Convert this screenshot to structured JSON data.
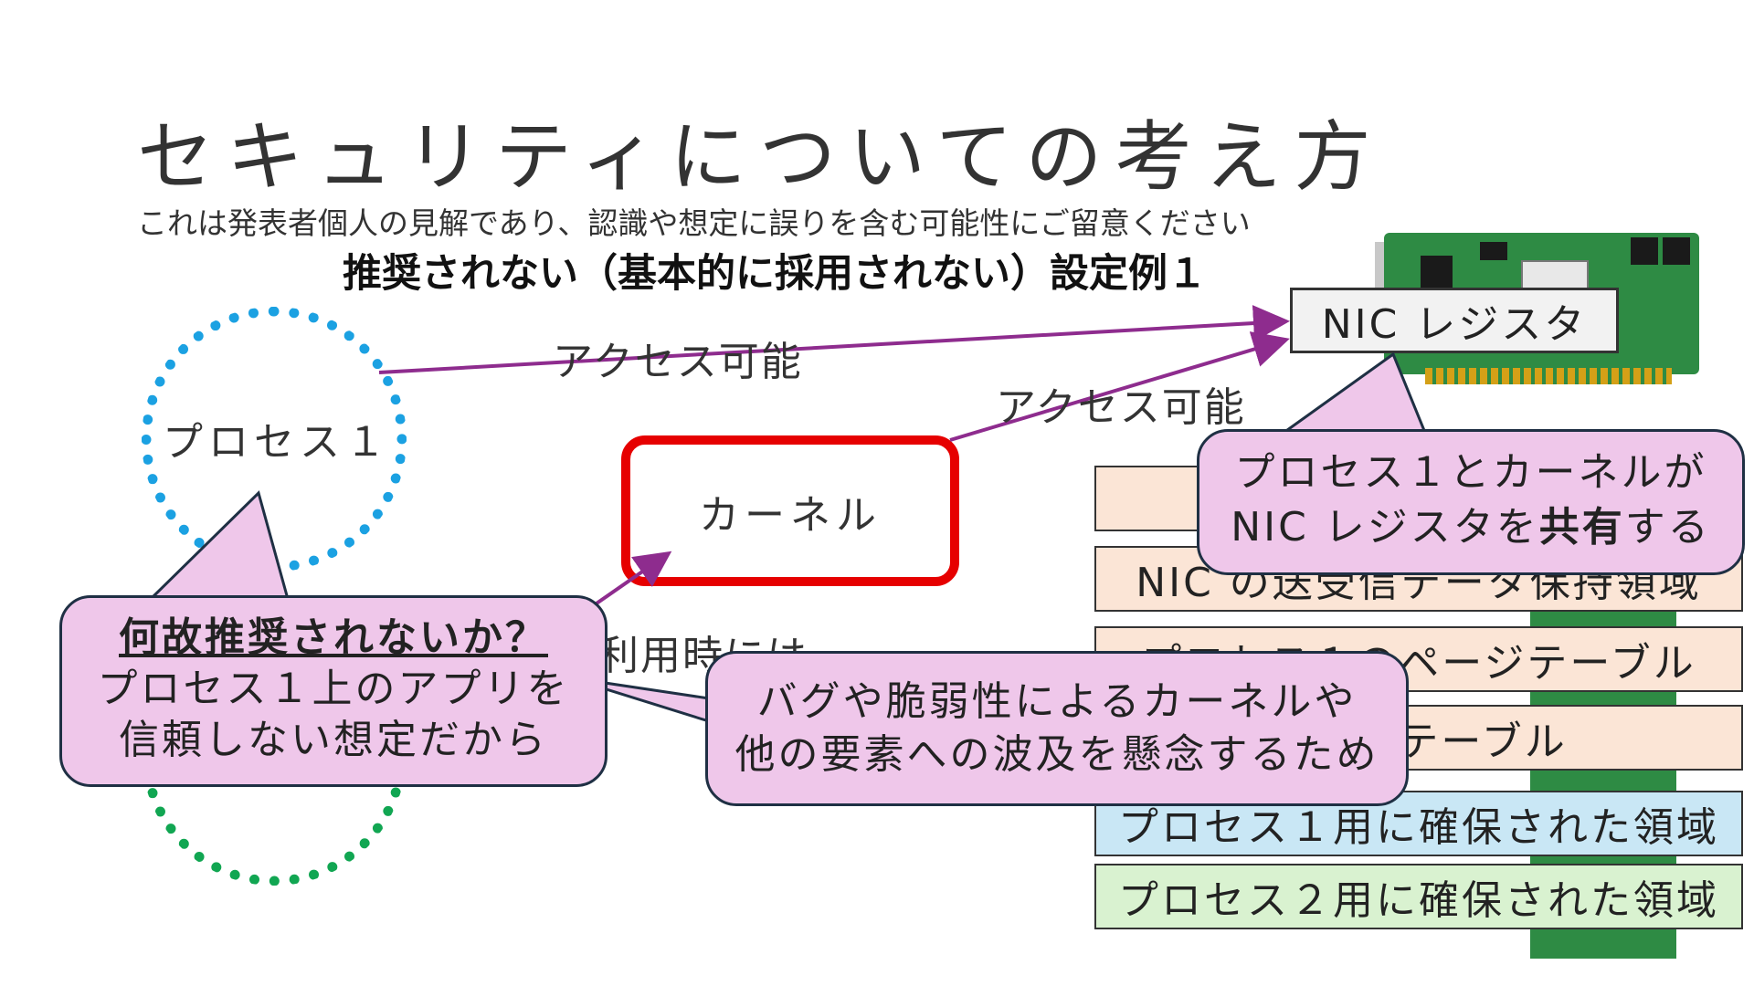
{
  "slide": {
    "title": "セキュリティについての考え方",
    "disclaimer": "これは発表者個人の見解であり、認識や想定に誤りを含む可能性にご留意ください",
    "subtitle": "推奨されない（基本的に採用されない）設定例１"
  },
  "diagram": {
    "process1_label": "プロセス１",
    "kernel_label": "カーネル",
    "access_label_1": "アクセス可能",
    "access_label_2": "アクセス可能",
    "nic_register_label": "NIC レジスタ",
    "partial_text": "利用時には",
    "memory_regions": [
      "",
      "NIC の送受信データ保持領域",
      "プロセス１のページテーブル",
      "ページテーブル",
      "プロセス１用に確保された領域",
      "プロセス２用に確保された領域"
    ],
    "memory_region_2_highlight": "プロセス１"
  },
  "callouts": {
    "nic_shared": {
      "line1": "プロセス１とカーネルが",
      "line2_pre": "NIC レジスタを",
      "line2_bold": "共有",
      "line2_post": "する"
    },
    "why": {
      "question": "何故推奨されないか？",
      "line1": "プロセス１上のアプリを",
      "line2": "信頼しない想定だから"
    },
    "reason": {
      "line1": "バグや脆弱性によるカーネルや",
      "line2": "他の要素への波及を懸念するため"
    }
  },
  "colors": {
    "process1_circle": "#1ba1e2",
    "process2_circle": "#11a652",
    "kernel_border": "#e60000",
    "arrow": "#8e2c8e",
    "callout_fill": "#efc7ea",
    "mem_peach": "#fbe5d6",
    "mem_blue": "#c9e7f5",
    "mem_green": "#d9f2d0"
  }
}
